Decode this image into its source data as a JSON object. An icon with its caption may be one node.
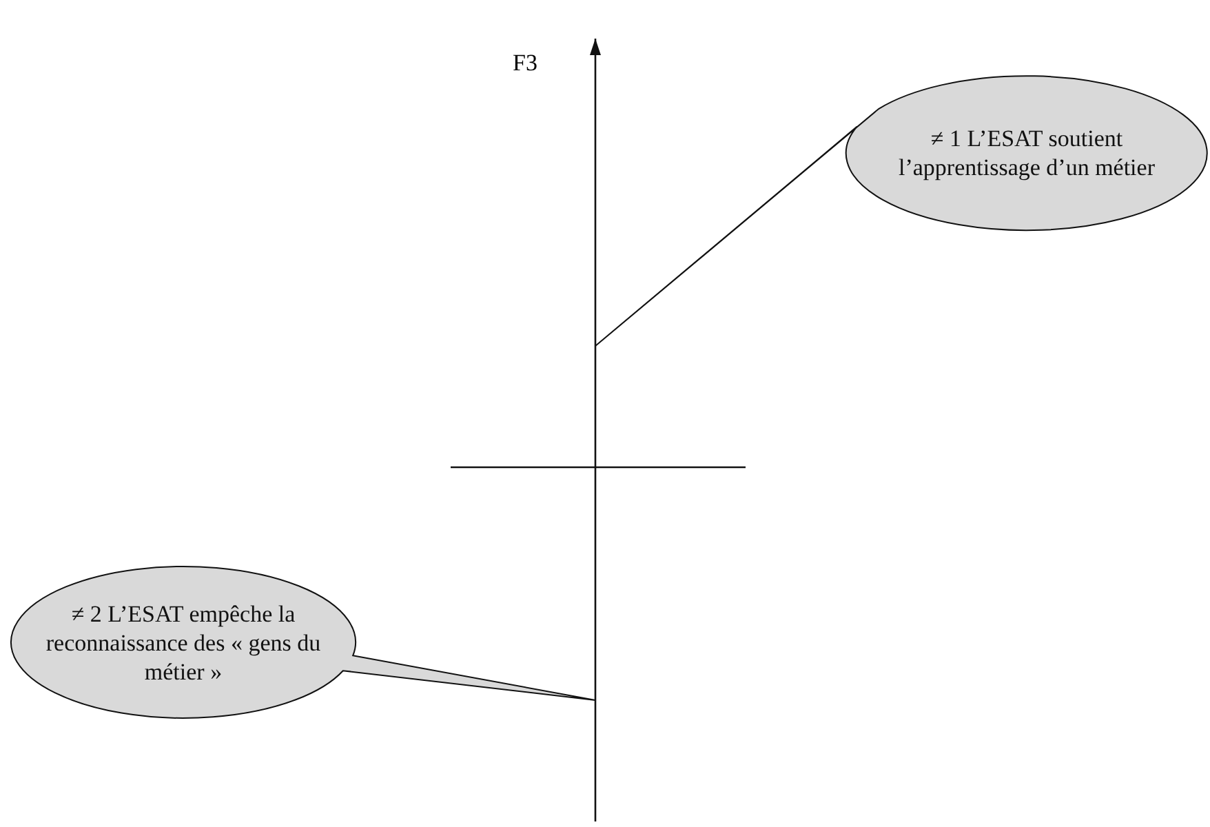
{
  "diagram": {
    "nodes": [
      {
        "text": [
          "≠ 1 L’ESAT soutient l’apprentissage d’un métier"
        ]
      },
      {
        "text": [
          "≠ 2 L’ESAT empêche la reconnaissance des « gens du métier »"
        ]
      }
    ],
    "labels": [
      "F3"
    ]
  }
}
